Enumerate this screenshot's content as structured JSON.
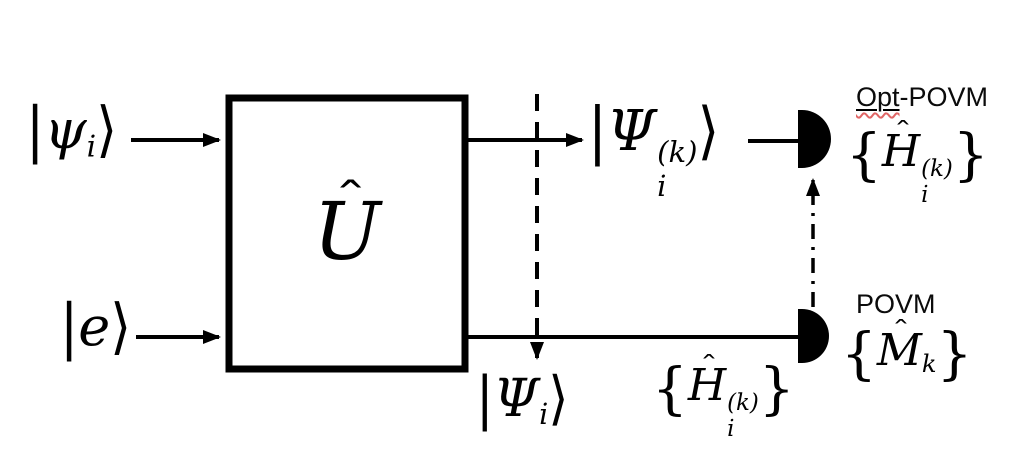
{
  "diagram": {
    "colors": {
      "background": "#ffffff",
      "ink": "#000000",
      "spellcheck_underline": "#e06666"
    },
    "input_psi": {
      "bar": "|",
      "symbol": "ψ",
      "sub": "i",
      "rangle": "⟩"
    },
    "input_e": {
      "bar": "|",
      "symbol": "e",
      "rangle": "⟩"
    },
    "unitary": {
      "hat": "ˆ",
      "letter": "U"
    },
    "output_psi_k": {
      "bar": "|",
      "symbol": "Ψ",
      "sup": "(k)",
      "sub": "i",
      "rangle": "⟩"
    },
    "output_psi": {
      "bar": "|",
      "symbol": "Ψ",
      "sub": "i",
      "rangle": "⟩"
    },
    "h_set": {
      "lbrace": "{",
      "hat": "ˆ",
      "letter": "H",
      "sup": "(k)",
      "sub": "i",
      "rbrace": "}"
    },
    "m_set": {
      "lbrace": "{",
      "hat": "ˆ",
      "letter": "M",
      "sub": "k",
      "rbrace": "}"
    },
    "detectors": {
      "top": {
        "title_underlined": "Opt",
        "title_rest": "-POVM"
      },
      "bottom": {
        "title": "POVM"
      }
    }
  }
}
